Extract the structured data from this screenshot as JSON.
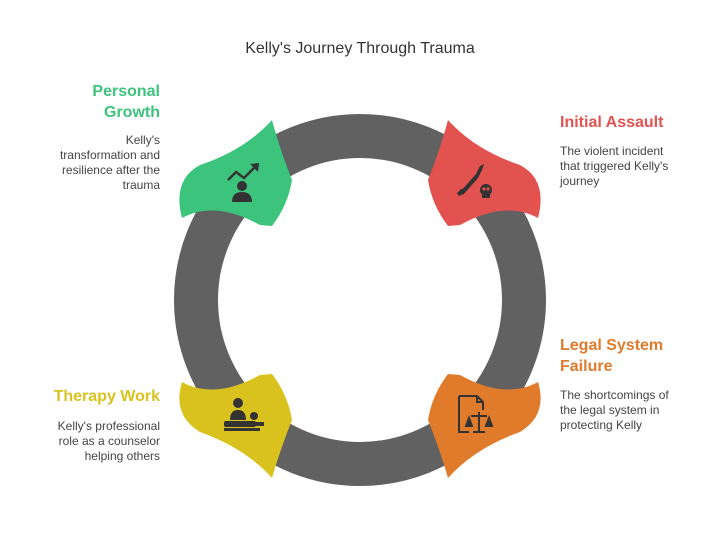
{
  "title": "Kelly's Journey Through Trauma",
  "stages": [
    {
      "label": "Initial Assault",
      "description": "The violent incident that triggered Kelly's journey",
      "color": "#e2524f",
      "icon": "knife-skull-icon"
    },
    {
      "label": "Legal System Failure",
      "description": "The shortcomings of the legal system in protecting Kelly",
      "color": "#e07b2c",
      "icon": "document-scales-icon"
    },
    {
      "label": "Therapy Work",
      "description": "Kelly's professional role as a counselor helping others",
      "color": "#d9c21e",
      "icon": "therapy-session-icon"
    },
    {
      "label": "Personal Growth",
      "description": "Kelly's transformation and resilience after the trauma",
      "color": "#3cc47c",
      "icon": "growth-person-icon"
    }
  ],
  "ring_color": "#616161"
}
